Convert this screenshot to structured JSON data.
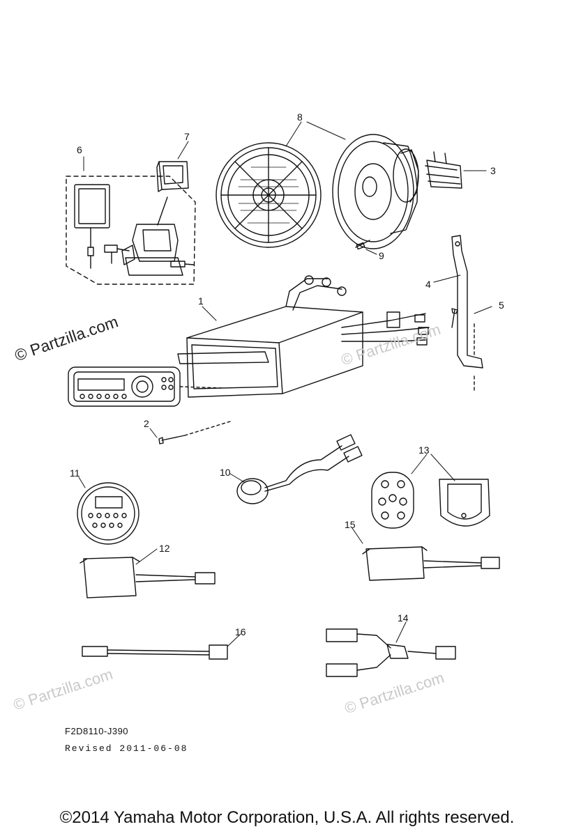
{
  "diagram": {
    "callouts": [
      "1",
      "2",
      "3",
      "4",
      "5",
      "6",
      "7",
      "8",
      "9",
      "10",
      "11",
      "12",
      "13",
      "14",
      "15",
      "16"
    ],
    "diagram_code": "F2D8110-J390",
    "revised": "Revised 2011-06-08",
    "watermark": "© Partzilla.com",
    "copyright": "©2014 Yamaha Motor Corporation, U.S.A. All rights reserved."
  }
}
